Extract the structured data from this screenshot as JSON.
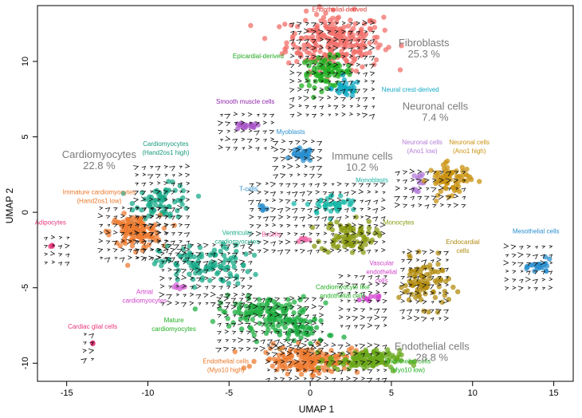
{
  "chart_data": {
    "type": "scatter",
    "xlabel": "UMAP 1",
    "ylabel": "UMAP 2",
    "xlim": [
      -16.8,
      16.2
    ],
    "ylim": [
      -11.2,
      13.7
    ],
    "xticks": [
      -15,
      -10,
      -5,
      0,
      5,
      10,
      15
    ],
    "yticks": [
      -10,
      -5,
      0,
      5,
      10
    ],
    "grid": false,
    "overlay": "velocity arrows",
    "clusters": [
      {
        "name": "Endothelial-derived",
        "color": "#f26f6a",
        "cx": 1.5,
        "cy": 11.3,
        "rx": 2.7,
        "ry": 1.7,
        "n": 260
      },
      {
        "name": "Epicardial-derived",
        "color": "#22b022",
        "cx": 1.0,
        "cy": 9.3,
        "rx": 1.4,
        "ry": 0.9,
        "n": 90
      },
      {
        "name": "Neural crest-derived",
        "color": "#12a9c4",
        "cx": 2.2,
        "cy": 8.2,
        "rx": 0.8,
        "ry": 0.5,
        "n": 35
      },
      {
        "name": "Smooth muscle cells",
        "color": "#a855c8",
        "cx": -4.0,
        "cy": 5.7,
        "rx": 0.9,
        "ry": 0.2,
        "n": 18
      },
      {
        "name": "Myoblasts",
        "color": "#2a8fcf",
        "cx": -0.5,
        "cy": 3.8,
        "rx": 0.6,
        "ry": 0.4,
        "n": 30
      },
      {
        "name": "Cardiomyocytes (Hand2os1 high)",
        "color": "#1aab8a",
        "cx": -9.0,
        "cy": 0.7,
        "rx": 1.6,
        "ry": 1.0,
        "n": 70
      },
      {
        "name": "Immature cardiomyocytes (Hand2os1 low)",
        "color": "#ee7b30",
        "cx": -10.8,
        "cy": -1.3,
        "rx": 1.4,
        "ry": 1.0,
        "n": 130
      },
      {
        "name": "Adipocytes",
        "color": "#e8357a",
        "cx": -15.9,
        "cy": -2.2,
        "rx": 0.1,
        "ry": 0.1,
        "n": 3
      },
      {
        "name": "T-cells",
        "color": "#2a8fcf",
        "cx": -2.9,
        "cy": 0.3,
        "rx": 0.2,
        "ry": 0.2,
        "n": 6
      },
      {
        "name": "B-cells",
        "color": "#ef6aa8",
        "cx": -0.4,
        "cy": -1.8,
        "rx": 0.4,
        "ry": 0.15,
        "n": 8
      },
      {
        "name": "Monoblasts",
        "color": "#18b8a8",
        "cx": 1.4,
        "cy": 0.5,
        "rx": 1.5,
        "ry": 0.6,
        "n": 40
      },
      {
        "name": "Monocytes",
        "color": "#8a9a10",
        "cx": 2.3,
        "cy": -1.6,
        "rx": 1.5,
        "ry": 1.0,
        "n": 90
      },
      {
        "name": "Ventricular cardiomyocytes",
        "color": "#1aab8a",
        "cx": -6.5,
        "cy": -3.5,
        "rx": 2.5,
        "ry": 1.2,
        "n": 110
      },
      {
        "name": "Artrial cardiomyocytes",
        "color": "#d36ad6",
        "cx": -8.0,
        "cy": -5.0,
        "rx": 0.5,
        "ry": 0.25,
        "n": 8
      },
      {
        "name": "Mature cardiomyocytes",
        "color": "#22b043",
        "cx": -2.8,
        "cy": -6.6,
        "rx": 2.6,
        "ry": 0.9,
        "n": 130
      },
      {
        "name": "Cardiomyocyte like endothelial cells",
        "color": "#1aab40",
        "cx": -0.5,
        "cy": -7.8,
        "rx": 1.8,
        "ry": 0.8,
        "n": 60
      },
      {
        "name": "Cardiac glial cells",
        "color": "#e8357a",
        "cx": -13.4,
        "cy": -8.7,
        "rx": 0.12,
        "ry": 0.1,
        "n": 3
      },
      {
        "name": "Neuronal cells (Ano1 low)",
        "color": "#b57dd9",
        "cx": 6.7,
        "cy": 2.1,
        "rx": 0.3,
        "ry": 0.6,
        "n": 12
      },
      {
        "name": "Neuronal cells (Ano1 high)",
        "color": "#c9920e",
        "cx": 8.6,
        "cy": 2.2,
        "rx": 1.2,
        "ry": 0.9,
        "n": 70
      },
      {
        "name": "Vascular endothelial cells",
        "color": "#d544d0",
        "cx": 3.6,
        "cy": -5.7,
        "rx": 1.0,
        "ry": 0.2,
        "n": 10
      },
      {
        "name": "Endocardial cells",
        "color": "#b28b0e",
        "cx": 7.0,
        "cy": -4.7,
        "rx": 1.4,
        "ry": 1.4,
        "n": 90
      },
      {
        "name": "Mesothelial cells",
        "color": "#2a8fcf",
        "cx": 14.2,
        "cy": -3.6,
        "rx": 0.6,
        "ry": 0.4,
        "n": 25
      },
      {
        "name": "Endothelial cells (Myo10 high)",
        "color": "#ee7b30",
        "cx": 0.0,
        "cy": -9.8,
        "rx": 2.8,
        "ry": 0.8,
        "n": 180
      },
      {
        "name": "Endothelial cells (Myo10 low)",
        "color": "#6aa81a",
        "cx": 3.3,
        "cy": -9.8,
        "rx": 2.0,
        "ry": 0.6,
        "n": 130
      }
    ],
    "labels": [
      {
        "line1": "Endothelial-derived",
        "line2": "",
        "color": "#e03530",
        "x": 1.8,
        "y": 13.3,
        "anchor": "middle",
        "size": 8
      },
      {
        "line1": "Epicardial-derived",
        "line2": "",
        "color": "#1fa81f",
        "x": -3.2,
        "y": 10.2,
        "anchor": "middle",
        "size": 8
      },
      {
        "line1": "Neural crest-derived",
        "line2": "",
        "color": "#12a9c4",
        "x": 4.4,
        "y": 8.0,
        "anchor": "start",
        "size": 8
      },
      {
        "line1": "Smooth muscle cells",
        "line2": "",
        "color": "#8e24aa",
        "x": -4.0,
        "y": 7.2,
        "anchor": "middle",
        "size": 8
      },
      {
        "line1": "Myoblasts",
        "line2": "",
        "color": "#2a8fcf",
        "x": -1.2,
        "y": 5.2,
        "anchor": "middle",
        "size": 8
      },
      {
        "line1": "Cardiomyocytes",
        "line2": "(Hand2os1 high)",
        "color": "#169a7a",
        "x": -8.9,
        "y": 4.4,
        "anchor": "middle",
        "size": 8
      },
      {
        "line1": "Immature cardiomyocytes",
        "line2": "(Hand2os1 low)",
        "color": "#e9782a",
        "x": -13.0,
        "y": 1.2,
        "anchor": "middle",
        "size": 8
      },
      {
        "line1": "Adipocytes",
        "line2": "",
        "color": "#e8357a",
        "x": -16.0,
        "y": -0.8,
        "anchor": "middle",
        "size": 8
      },
      {
        "line1": "T-cells",
        "line2": "",
        "color": "#2a8fcf",
        "x": -3.8,
        "y": 1.4,
        "anchor": "middle",
        "size": 8
      },
      {
        "line1": "B-cells",
        "line2": "",
        "color": "#ef5aa0",
        "x": -2.4,
        "y": -1.6,
        "anchor": "middle",
        "size": 8
      },
      {
        "line1": "Monoblasts",
        "line2": "",
        "color": "#17b4a4",
        "x": 2.8,
        "y": 2.0,
        "anchor": "start",
        "size": 8
      },
      {
        "line1": "Monocytes",
        "line2": "",
        "color": "#889a10",
        "x": 4.5,
        "y": -0.8,
        "anchor": "start",
        "size": 8
      },
      {
        "line1": "Ventricular",
        "line2": "cardiomyocytes",
        "color": "#1aab8a",
        "x": -4.5,
        "y": -1.5,
        "anchor": "middle",
        "size": 8
      },
      {
        "line1": "Artrial",
        "line2": "cardiomyocytes",
        "color": "#d040c8",
        "x": -10.2,
        "y": -5.4,
        "anchor": "middle",
        "size": 8
      },
      {
        "line1": "Cardiomyocyte like",
        "line2": "endothelial cells",
        "color": "#1fae1f",
        "x": 2.0,
        "y": -5.1,
        "anchor": "middle",
        "size": 8
      },
      {
        "line1": "Mature",
        "line2": "cardiomyocytes",
        "color": "#1fae1f",
        "x": -8.4,
        "y": -7.3,
        "anchor": "middle",
        "size": 8
      },
      {
        "line1": "Cardiac glial cells",
        "line2": "",
        "color": "#e8357a",
        "x": -13.4,
        "y": -7.7,
        "anchor": "middle",
        "size": 8
      },
      {
        "line1": "Neuronal cells",
        "line2": "(Ano1 low)",
        "color": "#b57dd9",
        "x": 6.9,
        "y": 4.5,
        "anchor": "middle",
        "size": 8
      },
      {
        "line1": "Neuronal cells",
        "line2": "(Ano1 high)",
        "color": "#c9920e",
        "x": 9.8,
        "y": 4.5,
        "anchor": "middle",
        "size": 8
      },
      {
        "line1": "Vascular",
        "line2": "endothelial",
        "line3": "cells",
        "color": "#d040c8",
        "x": 4.4,
        "y": -3.5,
        "anchor": "middle",
        "size": 8
      },
      {
        "line1": "Endocardial",
        "line2": "cells",
        "color": "#b08a0e",
        "x": 9.4,
        "y": -2.1,
        "anchor": "middle",
        "size": 8
      },
      {
        "line1": "Mesothelial cells",
        "line2": "",
        "color": "#2a8fcf",
        "x": 13.9,
        "y": -1.4,
        "anchor": "middle",
        "size": 8
      },
      {
        "line1": "Endothelial cells",
        "line2": "(Myo10 high)",
        "color": "#e9782a",
        "x": -5.2,
        "y": -10.0,
        "anchor": "middle",
        "size": 8
      },
      {
        "line1": "Endothelial cells",
        "line2": "(Myo10 low)",
        "color": "#1fae1f",
        "x": 6.0,
        "y": -10.0,
        "anchor": "middle",
        "size": 8
      }
    ],
    "group_labels": [
      {
        "name": "Fibroblasts",
        "percent": "25.3 %",
        "x": 7.0,
        "y": 11.0
      },
      {
        "name": "Neuronal cells",
        "percent": "7.4 %",
        "x": 7.7,
        "y": 6.8
      },
      {
        "name": "Cardiomyocytes",
        "percent": "22.8 %",
        "x": -13.0,
        "y": 3.6
      },
      {
        "name": "Immune cells",
        "percent": "10.2 %",
        "x": 3.2,
        "y": 3.5
      },
      {
        "name": "Endothelial cells",
        "percent": "28.8 %",
        "x": 7.5,
        "y": -9.1
      }
    ],
    "arrow_regions": [
      {
        "x0": -1.0,
        "x1": 4.3,
        "y0": 6.5,
        "y1": 13.0
      },
      {
        "x0": -5.4,
        "x1": -2.2,
        "y0": 4.3,
        "y1": 7.0
      },
      {
        "x0": -10.6,
        "x1": -7.3,
        "y0": -3.0,
        "y1": 3.4
      },
      {
        "x0": -12.8,
        "x1": -8.5,
        "y0": -3.0,
        "y1": 0.5
      },
      {
        "x0": -16.2,
        "x1": -14.8,
        "y0": -3.3,
        "y1": -1.3
      },
      {
        "x0": -9.0,
        "x1": -3.5,
        "y0": -6.0,
        "y1": -2.0
      },
      {
        "x0": -5.5,
        "x1": 1.0,
        "y0": -9.0,
        "y1": -5.5
      },
      {
        "x0": -3.5,
        "x1": 5.0,
        "y0": -2.5,
        "y1": 2.2
      },
      {
        "x0": -2.0,
        "x1": 1.0,
        "y0": 2.5,
        "y1": 4.8
      },
      {
        "x0": 5.5,
        "x1": 9.8,
        "y0": 0.5,
        "y1": 3.2
      },
      {
        "x0": 2.0,
        "x1": 5.0,
        "y0": -7.5,
        "y1": -4.0
      },
      {
        "x0": 5.8,
        "x1": 8.5,
        "y0": -7.0,
        "y1": -2.5
      },
      {
        "x0": 12.2,
        "x1": 15.2,
        "y0": -5.0,
        "y1": -1.8
      },
      {
        "x0": -13.8,
        "x1": -13.0,
        "y0": -9.7,
        "y1": -8.0
      },
      {
        "x0": -2.5,
        "x1": 5.0,
        "y0": -11.0,
        "y1": -8.3
      }
    ]
  }
}
